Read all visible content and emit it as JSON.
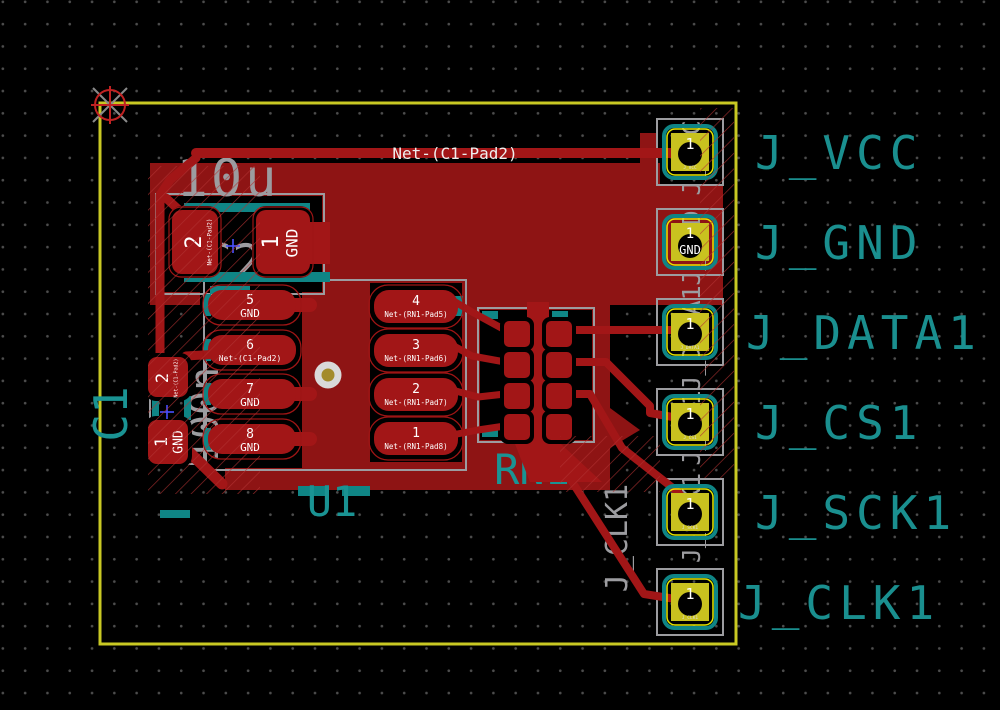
{
  "editor": {
    "net_label": "Net-(C1-Pad2)"
  },
  "components": {
    "c2": {
      "ref": "C2",
      "value": "10u",
      "pad2_num": "2",
      "pad2_net": "Net-(C1-Pad2)",
      "pad1_num": "1",
      "pad1_net": "GND"
    },
    "c1": {
      "ref": "C1",
      "value": "100n",
      "pad2_num": "2",
      "pad2_net": "Net-(C1-Pad2)",
      "pad1_num": "1",
      "pad1_net": "GND"
    },
    "u1": {
      "ref": "U1",
      "left_pads": [
        {
          "num": "5",
          "net": "GND"
        },
        {
          "num": "6",
          "net": "Net-(C1-Pad2)"
        },
        {
          "num": "7",
          "net": "GND"
        },
        {
          "num": "8",
          "net": "GND"
        }
      ],
      "right_pads": [
        {
          "num": "4",
          "net": "Net-(RN1-Pad5)"
        },
        {
          "num": "3",
          "net": "Net-(RN1-Pad6)"
        },
        {
          "num": "2",
          "net": "Net-(RN1-Pad7)"
        },
        {
          "num": "1",
          "net": "Net-(RN1-Pad8)"
        }
      ]
    },
    "rn1": {
      "ref": "RN1"
    },
    "connectors": [
      {
        "ref": "J_VCC",
        "pad_num": "1",
        "pad_net": ""
      },
      {
        "ref": "J_GND",
        "pad_num": "1",
        "pad_net": "GND"
      },
      {
        "ref": "J_DATA1",
        "pad_num": "1",
        "pad_net": ""
      },
      {
        "ref": "J_CS1",
        "pad_num": "1",
        "pad_net": ""
      },
      {
        "ref": "J_SCK1",
        "pad_num": "1",
        "pad_net": ""
      },
      {
        "ref": "J_CLK1",
        "pad_num": "1",
        "pad_net": ""
      }
    ]
  },
  "colors": {
    "copper_pour": "#8e1414",
    "copper_trace": "#a21617",
    "board_edge": "#c8c823",
    "pad_yellow": "#c9c21f",
    "silkscreen_teal": "#1a8f8f",
    "silkscreen_gray": "#9c9ca0",
    "background": "#000000"
  }
}
